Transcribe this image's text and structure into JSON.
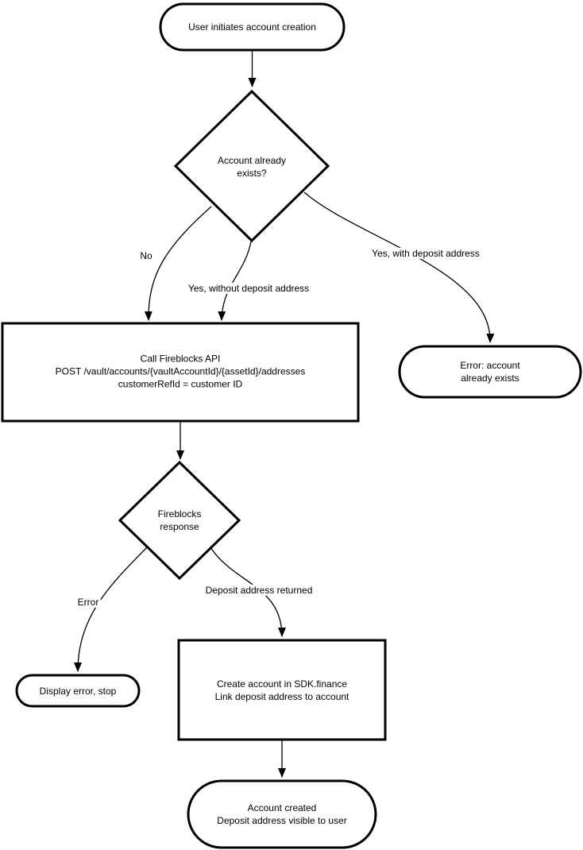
{
  "diagram": {
    "type": "flowchart",
    "colors": {
      "background": "#ffffff",
      "shape_fill": "#ffffff",
      "line": "#000000",
      "text": "#000000"
    },
    "nodes": {
      "start": {
        "shape": "terminator",
        "label": "User initiates account creation"
      },
      "account_exists": {
        "shape": "decision",
        "label": [
          "Account already",
          "exists?"
        ]
      },
      "call_fireblocks": {
        "shape": "process",
        "label": [
          "Call Fireblocks API",
          "POST /vault/accounts/{vaultAccountId}/{assetId}/addresses",
          "customerRefId = customer ID"
        ]
      },
      "error_account_exists": {
        "shape": "terminator",
        "label": "Error: account already exists"
      },
      "fireblocks_response": {
        "shape": "decision",
        "label": [
          "Fireblocks",
          "response"
        ]
      },
      "display_error": {
        "shape": "terminator",
        "label": "Display error, stop"
      },
      "create_account": {
        "shape": "process",
        "label": [
          "Create account in SDK.finance",
          "Link deposit address to account"
        ]
      },
      "account_created": {
        "shape": "terminator",
        "label": [
          "Account created",
          "Deposit address visible to user"
        ]
      }
    },
    "edge_labels": {
      "no": "No",
      "yes_without": "Yes, without deposit address",
      "yes_with": "Yes, with deposit address",
      "error": "Error",
      "deposit_returned": "Deposit address returned"
    }
  }
}
